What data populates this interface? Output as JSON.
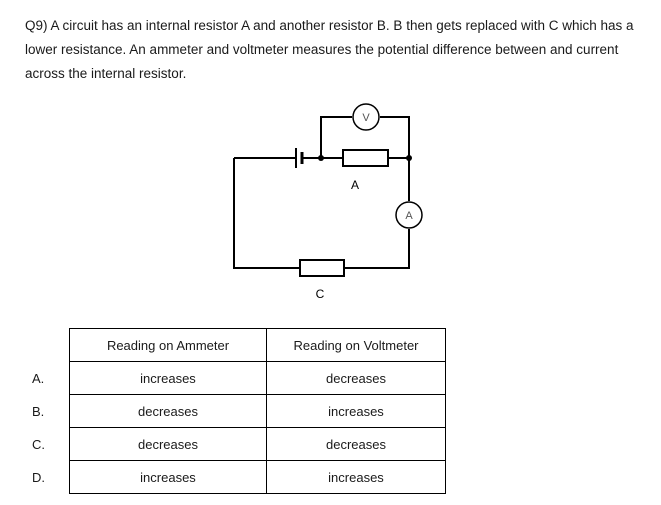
{
  "question": {
    "text": "Q9) A circuit has an internal resistor A and another resistor B. B then gets replaced with C which has a lower resistance. An ammeter and voltmeter measures the potential difference between and current across the internal resistor."
  },
  "circuit": {
    "voltmeter_label": "V",
    "ammeter_label": "A",
    "resistor_a_label": "A",
    "resistor_c_label": "C"
  },
  "table": {
    "headers": [
      "Reading on Ammeter",
      "Reading on Voltmeter"
    ],
    "rows": [
      {
        "option": "A.",
        "ammeter": "increases",
        "voltmeter": "decreases"
      },
      {
        "option": "B.",
        "ammeter": "decreases",
        "voltmeter": "increases"
      },
      {
        "option": "C.",
        "ammeter": "decreases",
        "voltmeter": "decreases"
      },
      {
        "option": "D.",
        "ammeter": "increases",
        "voltmeter": "increases"
      }
    ]
  }
}
